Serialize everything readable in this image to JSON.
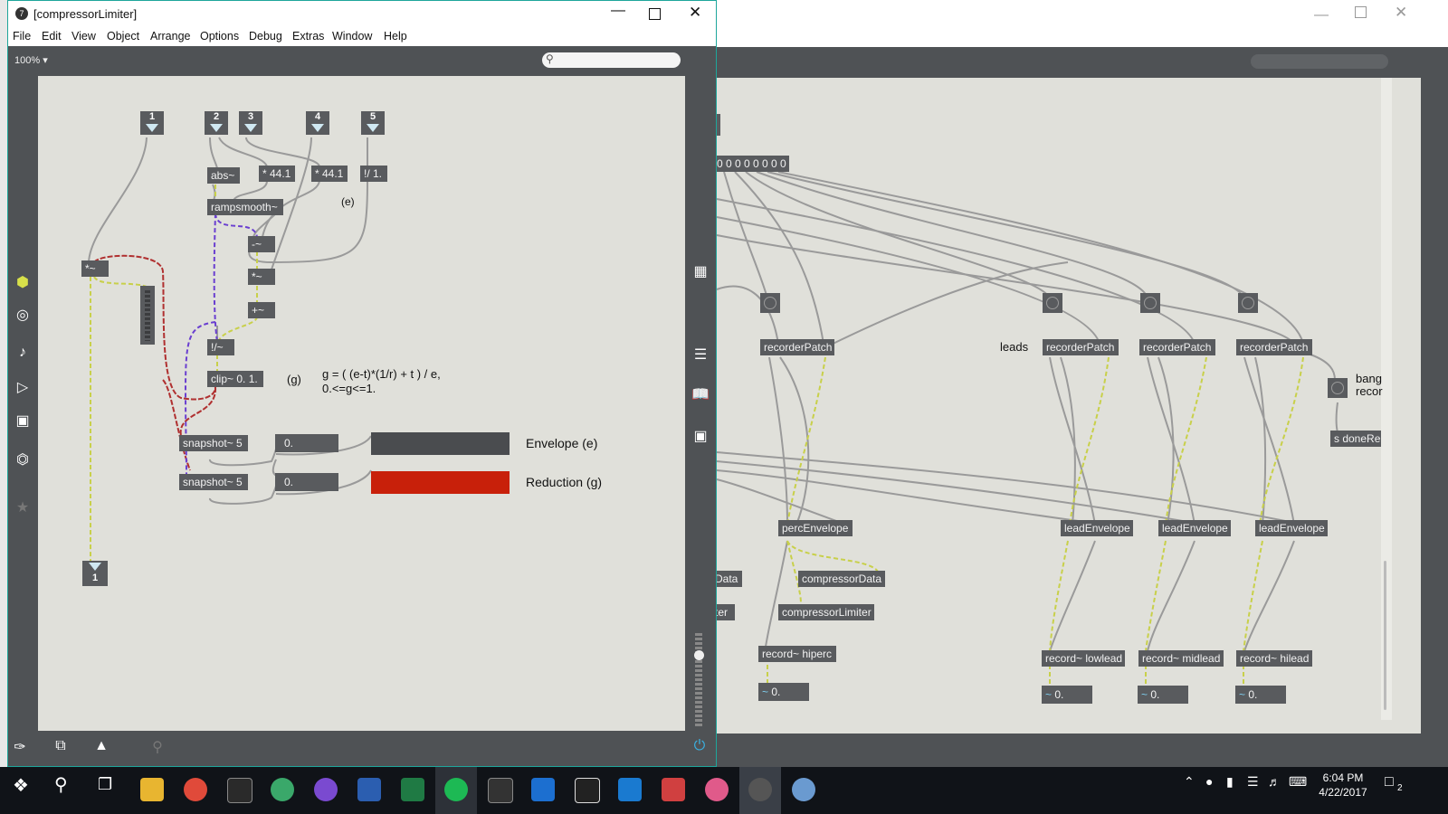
{
  "window": {
    "title": "[compressorLimiter]",
    "zoom": "100%",
    "menu": [
      "File",
      "Edit",
      "View",
      "Object",
      "Arrange",
      "Options",
      "Debug",
      "Extras",
      "Window",
      "Help"
    ]
  },
  "patch": {
    "inlets": [
      "1",
      "2",
      "3",
      "4",
      "5"
    ],
    "outlet": "1",
    "objects": {
      "abs": "abs~",
      "mul441a": "* 44.1",
      "mul441b": "* 44.1",
      "rdiv": "!/ 1.",
      "rampsmooth": "rampsmooth~",
      "minus": "-~",
      "times": "*~",
      "plus": "+~",
      "rdiv2": "!/~",
      "times2": "*~",
      "clip": "clip~ 0. 1.",
      "snap1": "snapshot~ 5",
      "snap2": "snapshot~ 5"
    },
    "numbers": {
      "n1": "0.",
      "n2": "0."
    },
    "comments": {
      "e": "(e)",
      "g": "(g)",
      "formula1": "g = ( (e-t)*(1/r) + t ) / e,",
      "formula2": "0.<=g<=1.",
      "envelope": "Envelope (e)",
      "reduction": "Reduction (g)"
    },
    "bars": {
      "envelope_color": "#4a4c4f",
      "reduction_color": "#c8200a"
    }
  },
  "background_patch": {
    "message": "0 0 0 0 0 0 0 0",
    "leads": "leads",
    "recorder": "recorderPatch",
    "percEnvelope": "percEnvelope",
    "leadEnvelope": "leadEnvelope",
    "compressorData": "compressorData",
    "compressorLimiter": "compressorLimiter",
    "partialData": "Data",
    "partialTer": "ter",
    "records": [
      "record~ hiperc",
      "record~ lowlead",
      "record~ midlead",
      "record~ hilead"
    ],
    "sigNumber": "0.",
    "bang": "bang",
    "recor": "recor",
    "doneRe": "s doneRe"
  },
  "taskbar": {
    "time": "6:04 PM",
    "date": "4/22/2017",
    "notifications": "2"
  },
  "colors": {
    "accent": "#1ea69b",
    "cable": "#9a9a9a",
    "signal_cable": "#c8d04a",
    "canvas": "#e0e0da"
  }
}
